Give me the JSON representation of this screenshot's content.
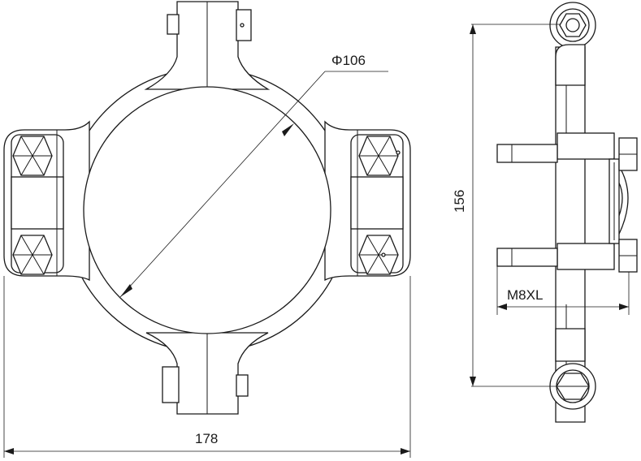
{
  "drawing": {
    "diameter_label": "Φ106",
    "width_label": "178",
    "height_label": "156",
    "bolt_label": "M8XL"
  }
}
